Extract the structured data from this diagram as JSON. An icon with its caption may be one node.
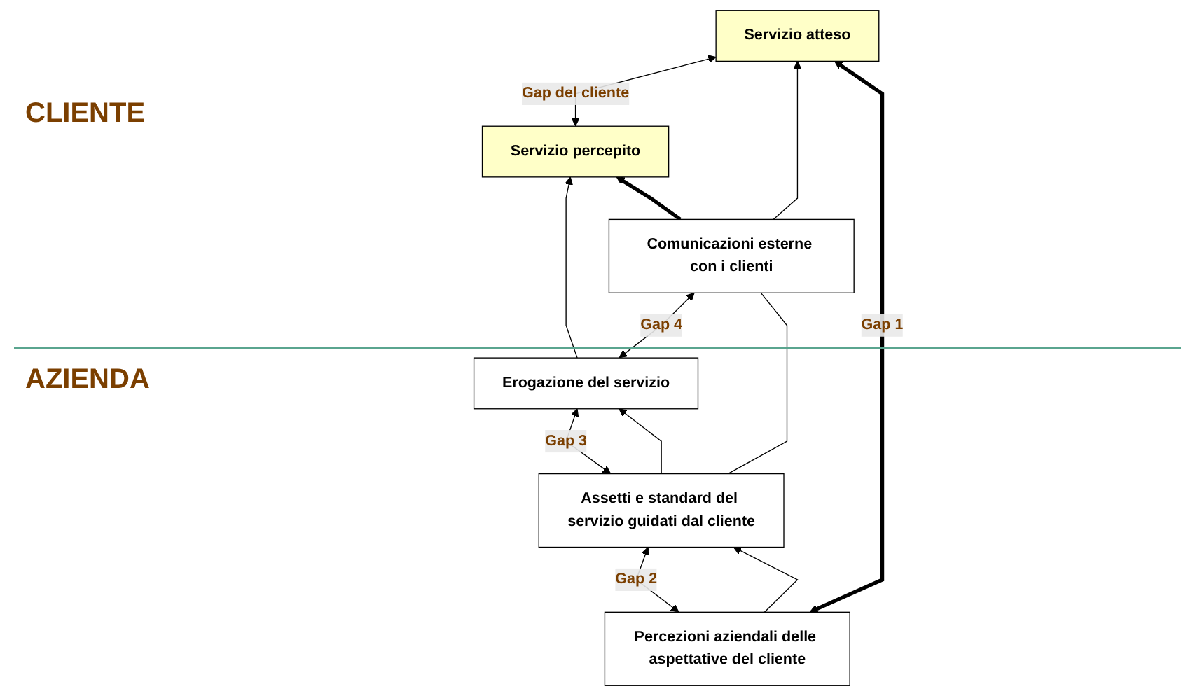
{
  "diagram": {
    "nodes": [
      {
        "text": [
          "Servizio atteso"
        ]
      },
      {
        "text": [
          "Servizio percepito"
        ]
      },
      {
        "text": [
          "Erogazione del servizio"
        ]
      },
      {
        "text": [
          "Comunicazioni esterne con i clienti"
        ]
      },
      {
        "text": [
          "Assetti e standard del servizio guidati dal cliente"
        ]
      },
      {
        "text": [
          "Percezioni aziendali delle aspettative del cliente"
        ]
      }
    ],
    "edges": [
      {
        "from": 1,
        "to": 0,
        "arrow": "both",
        "label": "Gap del cliente"
      },
      {
        "from": 2,
        "to": 1,
        "arrow": "to"
      },
      {
        "from": 3,
        "to": 0,
        "arrow": "to"
      },
      {
        "from": 3,
        "to": 1,
        "arrow": "to",
        "style": "thick"
      },
      {
        "from": 2,
        "to": 3,
        "arrow": "both",
        "label": "Gap 4"
      },
      {
        "from": 4,
        "to": 2,
        "arrow": "both",
        "label": "Gap 3"
      },
      {
        "from": 4,
        "to": 2,
        "arrow": "to"
      },
      {
        "from": 4,
        "to": 3,
        "arrow": "none"
      },
      {
        "from": 5,
        "to": 4,
        "arrow": "both",
        "label": "Gap 2"
      },
      {
        "from": 5,
        "to": 4,
        "arrow": "to"
      },
      {
        "from": 5,
        "to": 0,
        "arrow": "both",
        "label": "Gap 1",
        "style": "thick"
      }
    ],
    "labels": [
      "CLIENTE",
      "AZIENDA"
    ]
  }
}
